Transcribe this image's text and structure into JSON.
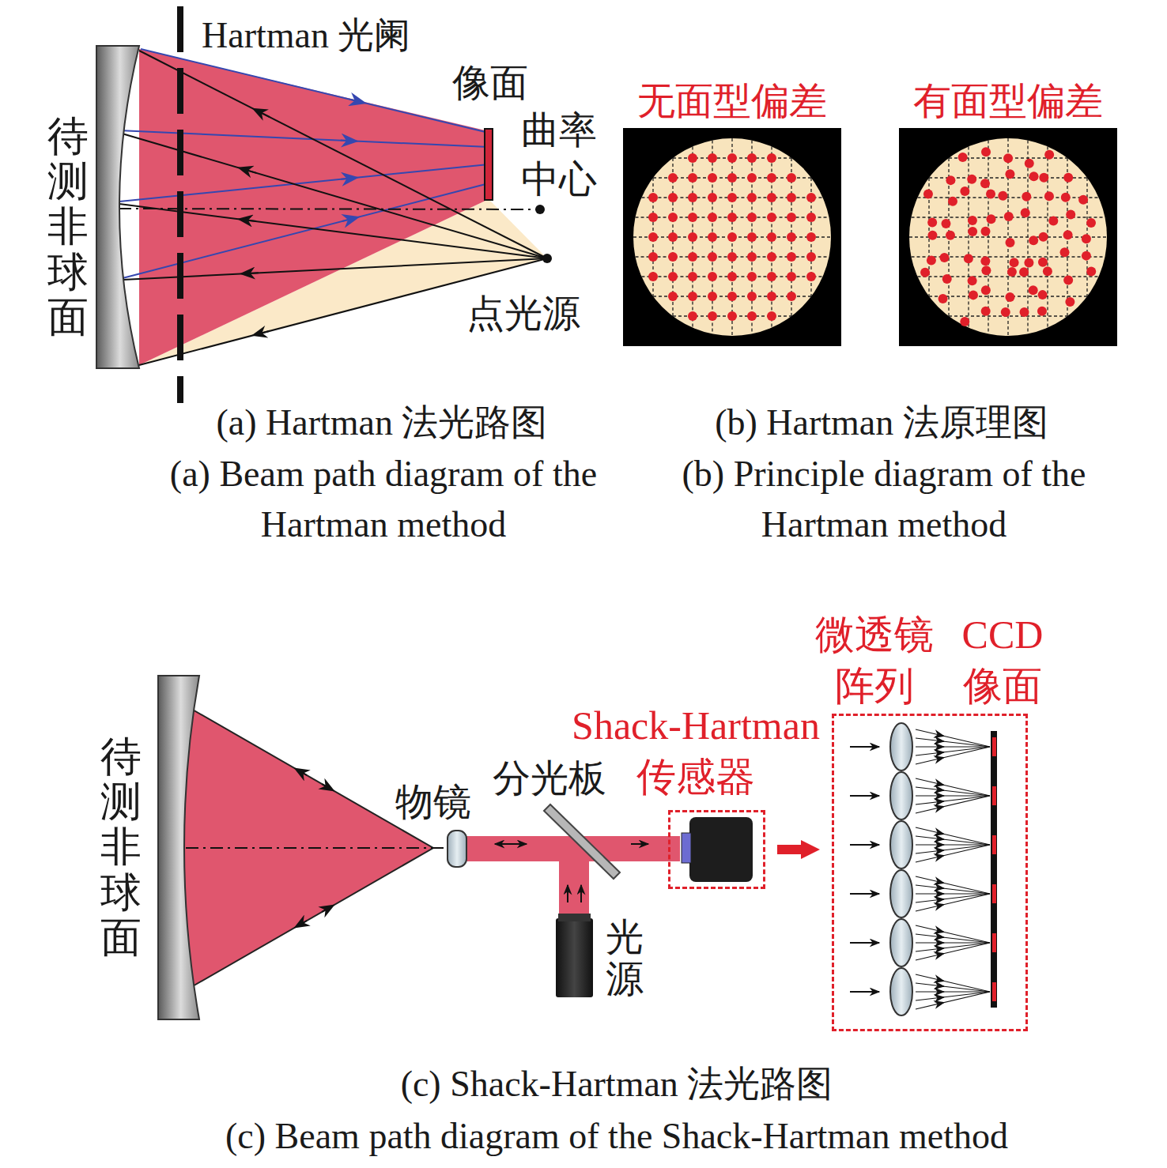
{
  "diagram": {
    "nodes": [
      {
        "text": [
          "无面型偏差"
        ]
      },
      {
        "text": [
          "有面型偏差"
        ]
      },
      {
        "text": [
          "Shack-Hartman 传感器"
        ]
      },
      {
        "text": [
          "微透镜阵列",
          "CCD 像面"
        ]
      }
    ],
    "edges": [
      {
        "from": 2,
        "to": 3,
        "arrow": "to"
      }
    ],
    "labels": [
      "Hartman 光阑",
      "像面",
      "曲率中心",
      "点光源",
      "待测非球面",
      "(a) Hartman 法光路图",
      "(a) Beam path diagram of the Hartman method",
      "(b) Hartman 法原理图",
      "(b) Principle diagram of the Hartman method",
      "待测非球面",
      "物镜",
      "分光板",
      "光源",
      "(c) Shack-Hartman 法光路图",
      "(c) Beam path diagram of the Shack-Hartman method"
    ]
  }
}
